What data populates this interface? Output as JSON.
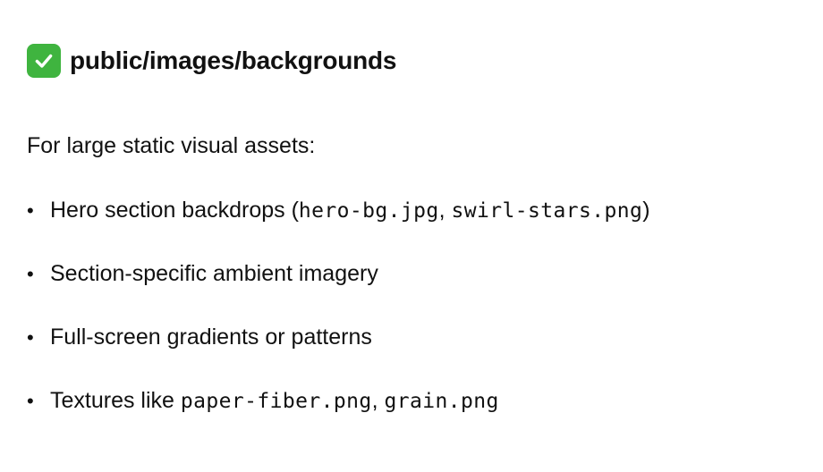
{
  "heading": {
    "icon": "white-check-mark-icon",
    "icon_color": "#3fb43f",
    "path": "public/images/backgrounds"
  },
  "intro": "For large static visual assets:",
  "bullets": [
    {
      "text_before": "Hero section backdrops (",
      "code1": "hero-bg.jpg",
      "sep": ", ",
      "code2": "swirl-stars.png",
      "text_after": ")"
    },
    {
      "text": "Section-specific ambient imagery"
    },
    {
      "text": "Full-screen gradients or patterns"
    },
    {
      "text_before": "Textures like ",
      "code1": "paper-fiber.png",
      "sep": ", ",
      "code2": "grain.png"
    }
  ],
  "bullet_glyph": "•"
}
